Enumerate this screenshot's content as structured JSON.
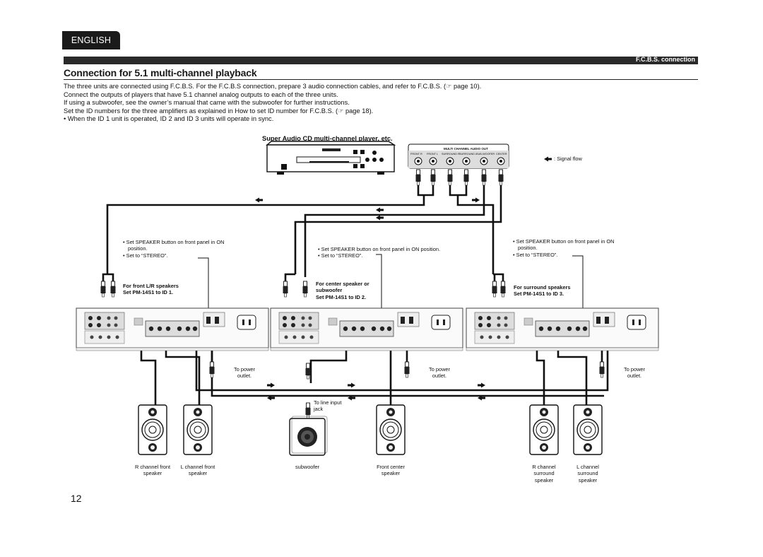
{
  "language_tab": "ENGLISH",
  "section_bar": "F.C.B.S. connection",
  "title": "Connection for 5.1 multi-channel playback",
  "intro": [
    "The three units are connected using F.C.B.S. For the F.C.B.S connection, prepare 3 audio connection cables, and refer to F.C.B.S. (☞ page 10).",
    "Connect the outputs of players that have 5.1 channel analog outputs to each of the three units.",
    "If using a subwoofer, see the owner’s manual  that came with the subwoofer for further instructions.",
    "Set the ID numbers for the three amplifiers as explained in How to set ID number for F.C.B.S. (☞ page 18).",
    "• When the ID 1 unit is operated, ID 2 and ID 3 units will operate in sync."
  ],
  "player_heading": "Super Audio CD multi-channel player, etc.",
  "player_out_label": "MULTI CHANNEL AUDIO OUT",
  "player_jacks": [
    "FRONT R",
    "FRONT L",
    "SURROUND R",
    "SURROUND L",
    "SUB-WOOFER",
    "CENTER"
  ],
  "signal_flow": ": Signal flow",
  "amp1": {
    "notes": [
      "• Set SPEAKER button on front panel in ON",
      "position.",
      "• Set to “STEREO”."
    ],
    "heading_1": "For front L/R speakers",
    "heading_2": "Set PM-14S1 to ID 1."
  },
  "amp2": {
    "notes": [
      "• Set SPEAKER button on front panel in ON position.",
      "• Set to “STEREO”."
    ],
    "heading_1": "For center speaker or",
    "heading_2": "subwoofer",
    "heading_3": "Set PM-14S1 to ID 2."
  },
  "amp3": {
    "notes": [
      "• Set SPEAKER button on front panel in ON",
      "position.",
      "• Set to “STEREO”."
    ],
    "heading_1": "For surround speakers",
    "heading_2": "Set PM-14S1 to ID 3."
  },
  "power_label_1": "To power",
  "power_label_2": "outlet.",
  "line_input_1": "To line input",
  "line_input_2": "jack",
  "speakers": {
    "r_front": [
      "R channel front",
      "speaker"
    ],
    "l_front": [
      "L channel front",
      "speaker"
    ],
    "subwoofer": [
      "subwoofer"
    ],
    "center": [
      "Front center",
      "speaker"
    ],
    "r_surround": [
      "R channel",
      "surround",
      "speaker"
    ],
    "l_surround": [
      "L channel",
      "surround",
      "speaker"
    ]
  },
  "page_number": "12"
}
